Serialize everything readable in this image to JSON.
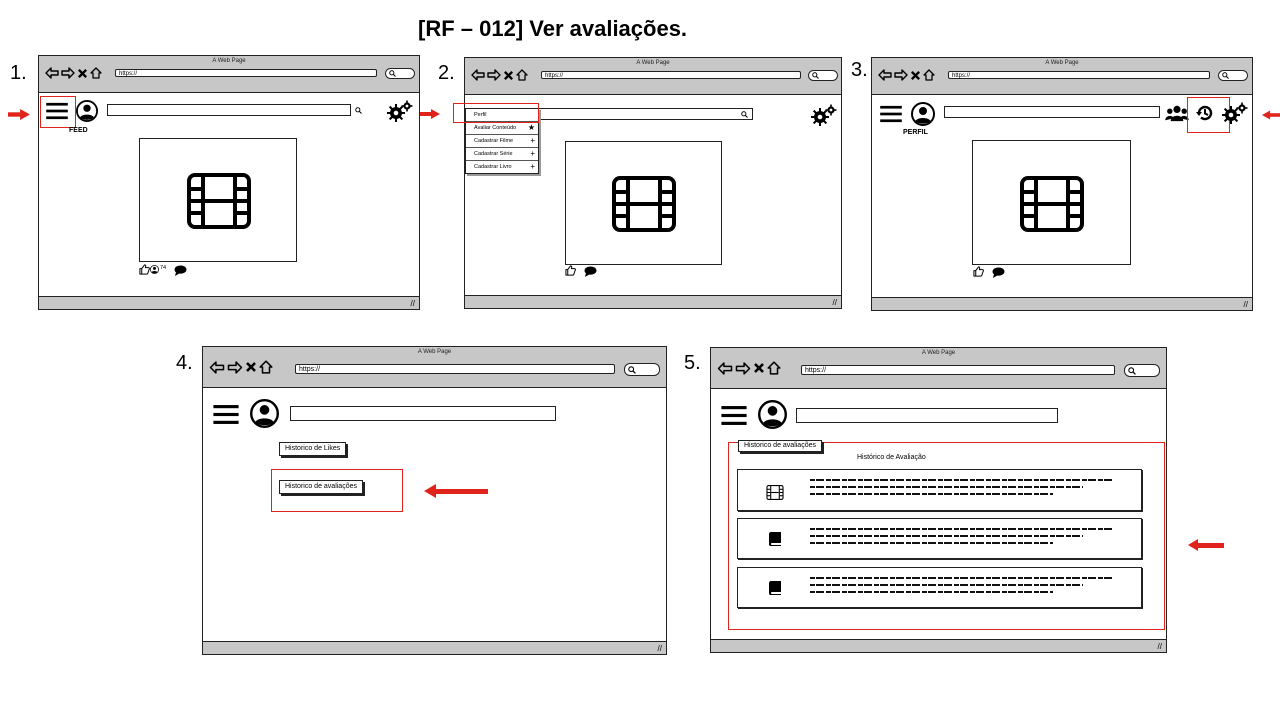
{
  "title": "[RF – 012] Ver avaliações.",
  "browser": {
    "page_title": "A Web Page",
    "url": "https://"
  },
  "step_numbers": [
    "1.",
    "2.",
    "3.",
    "4.",
    "5."
  ],
  "step1": {
    "section_label": "FEED",
    "like_count": "74"
  },
  "step2": {
    "menu_items": [
      {
        "label": "Perfil",
        "icon": ""
      },
      {
        "label": "Avaliar Conteúdo",
        "icon": "star-icon"
      },
      {
        "label": "Cadastrar Filme",
        "icon": "plus-icon"
      },
      {
        "label": "Cadastrar Série",
        "icon": "plus-icon"
      },
      {
        "label": "Cadastrar Livro",
        "icon": "plus-icon"
      }
    ]
  },
  "step3": {
    "section_label": "PERFIL"
  },
  "step4": {
    "likes_button": "Historico de Likes",
    "reviews_button": "Historico de avaliações"
  },
  "step5": {
    "tab_label": "Historico de avaliações",
    "heading": "Histórico de Avaliação",
    "cards": [
      {
        "icon": "film-icon"
      },
      {
        "icon": "book-icon"
      },
      {
        "icon": "book-icon"
      }
    ]
  },
  "colors": {
    "highlight": "#e0241c",
    "chrome": "#c7c7c7"
  }
}
